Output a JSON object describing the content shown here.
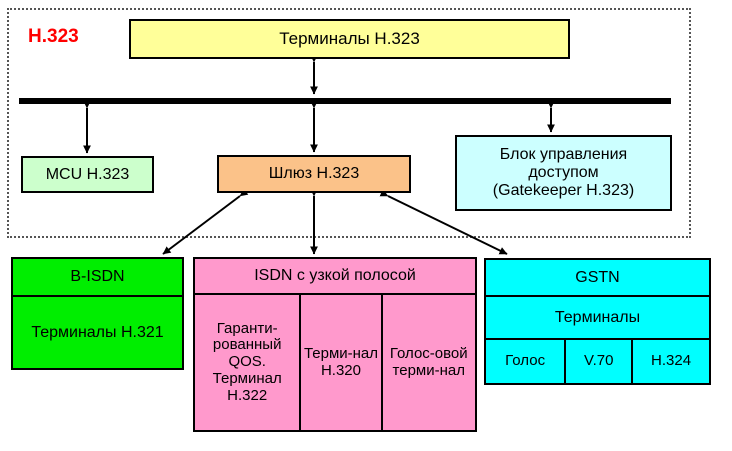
{
  "diagram": {
    "group_label": "H.323",
    "group_label_color": "#ff0000",
    "nodes": {
      "terminals_h323": {
        "label": "Терминалы H.323",
        "color": "#ffff99"
      },
      "mcu": {
        "label": "MCU H.323",
        "color": "#ccffcc"
      },
      "gateway": {
        "label": "Шлюз H.323",
        "color": "#fbc289"
      },
      "gatekeeper": {
        "color": "#ccffff",
        "line1": "Блок управления",
        "line2": "доступом",
        "line3": "(Gatekeeper H.323)"
      },
      "bisdn": {
        "color": "#00ee00",
        "header": "B-ISDN",
        "body": "Терминалы H.321"
      },
      "isdn": {
        "color": "#ff99cc",
        "header": "ISDN с узкой полосой",
        "columns": [
          "Гаранти-рованный QOS. Терминал H.322",
          "Терми-нал H.320",
          "Голос-овой терми-нал"
        ]
      },
      "gstn": {
        "color": "#00ffff",
        "header": "GSTN",
        "middle": "Терминалы",
        "columns": [
          "Голос",
          "V.70",
          "H.324"
        ]
      }
    },
    "bus": {
      "name": "network-bus-line",
      "color": "#000000"
    },
    "connectors": [
      {
        "from": "terminals_h323",
        "to": "bus",
        "type": "double-arrow"
      },
      {
        "from": "bus",
        "to": "mcu",
        "type": "double-arrow"
      },
      {
        "from": "bus",
        "to": "gateway",
        "type": "double-arrow"
      },
      {
        "from": "bus",
        "to": "gatekeeper",
        "type": "double-arrow"
      },
      {
        "from": "gateway",
        "to": "bisdn",
        "type": "double-arrow"
      },
      {
        "from": "gateway",
        "to": "isdn",
        "type": "double-arrow"
      },
      {
        "from": "gateway",
        "to": "gstn",
        "type": "double-arrow"
      }
    ]
  }
}
